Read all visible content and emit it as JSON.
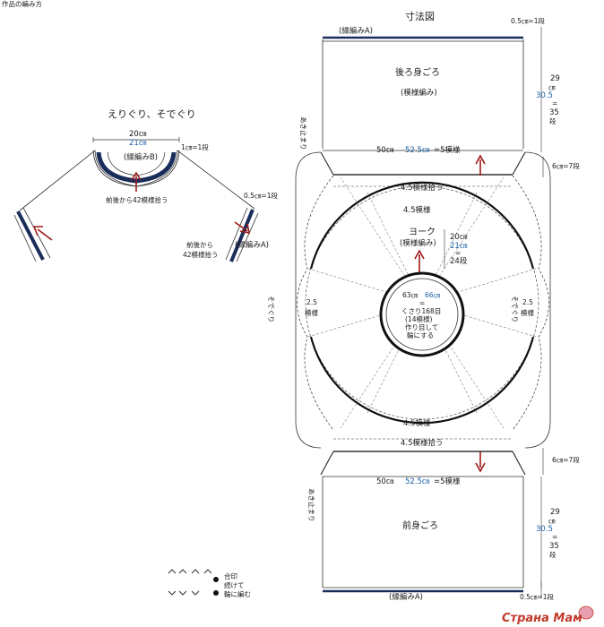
{
  "header": {
    "top_left_text": "作品の編み方"
  },
  "collar": {
    "title": "えりぐり、そでぐり",
    "width_cm": "20㎝",
    "width_cm_alt": "21㎝",
    "edge_1cm": "1㎝=1段",
    "edge_05cm": "0.5㎝=1段",
    "collar_label": "(縁編みB)",
    "pickup_front_back": "前後から42模様拾う",
    "pickup_sleeve_line1": "前後から",
    "pickup_sleeve_line2": "42模様拾う",
    "sleeve_label": "(縁編みA)"
  },
  "schematic": {
    "title": "寸法図",
    "top_border": "(縁編みA)",
    "bottom_border": "(縁編みA)",
    "back_label": "後ろ身ごろ",
    "back_pattern": "(模様編み)",
    "front_label": "前身ごろ",
    "edge_top": "0.5㎝=1段",
    "edge_bottom": "0.5㎝=1段",
    "length_29": "29",
    "length_cm": "㎝",
    "length_305": "30.5",
    "length_eq": "=",
    "length_35": "35",
    "length_dan": "段",
    "length_29_b": "29",
    "length_cm_b": "㎝",
    "length_305_b": "30.5",
    "length_eq_b": "=",
    "length_35_b": "35",
    "length_dan_b": "段",
    "open_top": "あき止まり",
    "open_bottom": "あき止まり",
    "width_50": "50㎝",
    "width_525": "52.5㎝",
    "width_5": "=5模様",
    "width_50_b": "50㎝",
    "width_525_b": "52.5㎝",
    "width_5_b": "=5模様",
    "side_6cm_top": "6㎝=7段",
    "side_6cm_bottom": "6㎝=7段",
    "pickup_45_top": "4.5模様拾う",
    "pickup_45_bottom": "4.5模様拾う",
    "yoke_45_top": "4.5模様",
    "yoke_45_bottom": "4.5模様",
    "yoke_label": "ヨーク",
    "yoke_pattern": "(模様編み)",
    "yoke_h_20": "20㎝",
    "yoke_h_21": "21㎝",
    "yoke_h_eq": "=",
    "yoke_h_24": "24段",
    "side_25_left": "2.5",
    "side_25_left_u": "模様",
    "side_25_right": "2.5",
    "side_25_right_u": "模様",
    "sleeve_left": "そでぐり",
    "sleeve_right": "そでぐり",
    "center_63": "63㎝",
    "center_66": "66㎝",
    "center_eq": "=",
    "center_l1": "くさり168目",
    "center_l2": "(14模様)",
    "center_l3": "作り目して",
    "center_l4": "輪にする"
  },
  "legend": {
    "l1": "合印",
    "l2": "続けて",
    "l3": "輪に編む"
  },
  "watermark": {
    "text": "Страна Мам"
  }
}
